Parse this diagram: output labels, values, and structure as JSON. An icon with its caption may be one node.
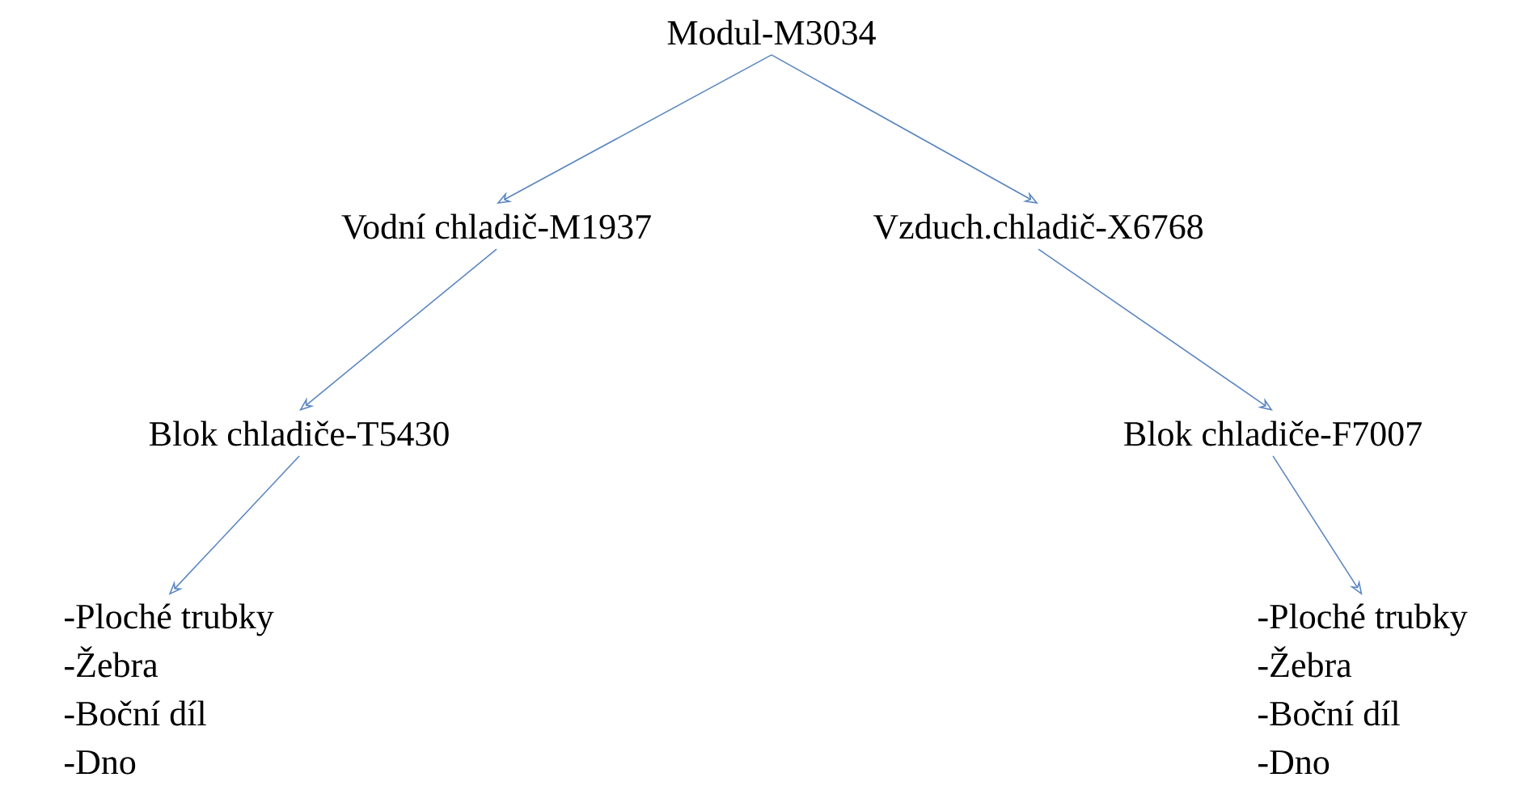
{
  "diagram": {
    "nodes": [
      {
        "text": [
          "Modul-M3034"
        ]
      },
      {
        "text": [
          "Vodní chladič-M1937"
        ]
      },
      {
        "text": [
          "Vzduch.chladič-X6768"
        ]
      },
      {
        "text": [
          "Blok chladiče-T5430"
        ]
      },
      {
        "text": [
          "Blok chladiče-F7007"
        ]
      },
      {
        "text": [
          "-Ploché trubky",
          "-Žebra",
          "-Boční díl",
          "-Dno"
        ]
      },
      {
        "text": [
          "-Ploché trubky",
          "-Žebra",
          "-Boční díl",
          "-Dno"
        ]
      }
    ],
    "edges": [
      {
        "from": 0,
        "to": 1,
        "arrow": "to"
      },
      {
        "from": 0,
        "to": 2,
        "arrow": "to"
      },
      {
        "from": 1,
        "to": 3,
        "arrow": "to"
      },
      {
        "from": 2,
        "to": 4,
        "arrow": "to"
      },
      {
        "from": 3,
        "to": 5,
        "arrow": "to"
      },
      {
        "from": 4,
        "to": 6,
        "arrow": "to"
      }
    ]
  }
}
